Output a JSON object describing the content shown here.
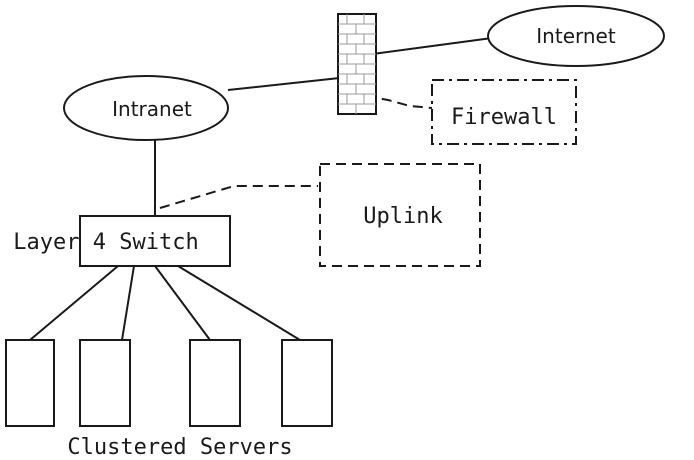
{
  "nodes": {
    "internet": {
      "label": "Internet"
    },
    "intranet": {
      "label": "Intranet"
    },
    "switch": {
      "label": "Layer 4 Switch"
    },
    "servers": {
      "caption": "Clustered Servers",
      "count": 4
    }
  },
  "callouts": {
    "firewall": {
      "label": "Firewall"
    },
    "uplink": {
      "label": "Uplink"
    }
  },
  "colors": {
    "stroke": "#1a1a1a",
    "firewall_grid": "#9a9a9a",
    "background": "#ffffff"
  }
}
